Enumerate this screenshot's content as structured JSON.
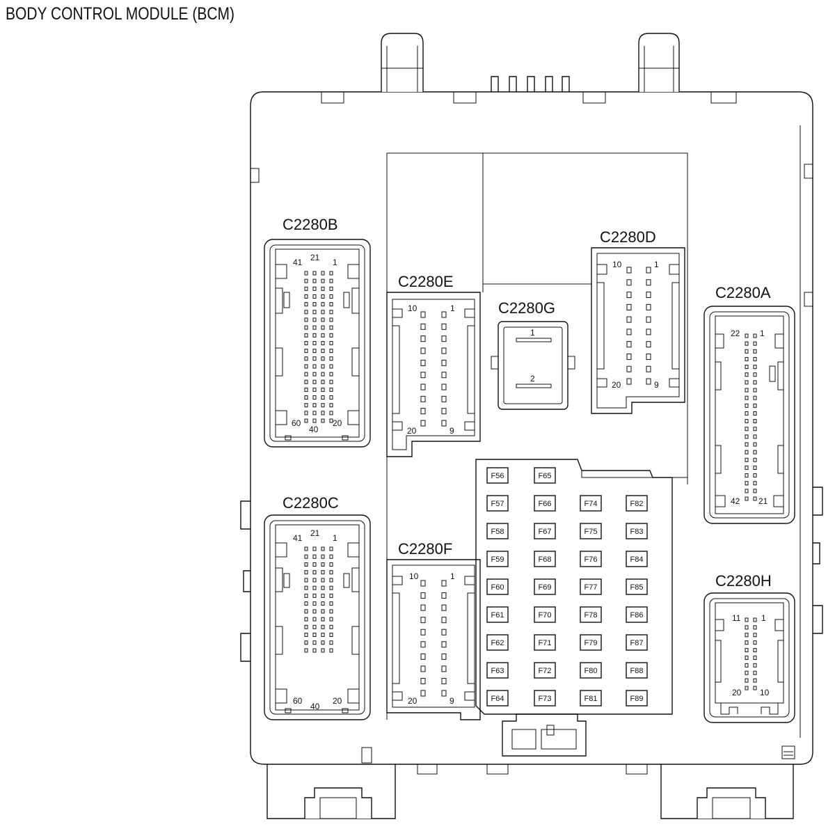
{
  "title": "BODY CONTROL MODULE (BCM)",
  "connectors": [
    {
      "id": "c2280b",
      "label": "C2280B",
      "pins": {
        "p41": "41",
        "p21": "21",
        "p1": "1",
        "p60": "60",
        "p40": "40",
        "p20": "20"
      }
    },
    {
      "id": "c2280c",
      "label": "C2280C",
      "pins": {
        "p41": "41",
        "p21": "21",
        "p1": "1",
        "p60": "60",
        "p40": "40",
        "p20": "20"
      }
    },
    {
      "id": "c2280e",
      "label": "C2280E",
      "pins": {
        "p10": "10",
        "p1": "1",
        "p20": "20",
        "p9": "9"
      }
    },
    {
      "id": "c2280f",
      "label": "C2280F",
      "pins": {
        "p10": "10",
        "p1": "1",
        "p20": "20",
        "p9": "9"
      }
    },
    {
      "id": "c2280g",
      "label": "C2280G",
      "pins": {
        "p1": "1",
        "p2": "2"
      }
    },
    {
      "id": "c2280d",
      "label": "C2280D",
      "pins": {
        "p10": "10",
        "p1": "1",
        "p20": "20",
        "p9": "9"
      }
    },
    {
      "id": "c2280a",
      "label": "C2280A",
      "pins": {
        "p22": "22",
        "p1": "1",
        "p42": "42",
        "p21": "21"
      }
    },
    {
      "id": "c2280h",
      "label": "C2280H",
      "pins": {
        "p11": "11",
        "p1": "1",
        "p20": "20",
        "p10": "10"
      }
    }
  ],
  "fuses": {
    "col1": [
      "F56",
      "F57",
      "F58",
      "F59",
      "F60",
      "F61",
      "F62",
      "F63",
      "F64"
    ],
    "col2": [
      "F65",
      "F66",
      "F67",
      "F68",
      "F69",
      "F70",
      "F71",
      "F72",
      "F73"
    ],
    "col3": [
      "F74",
      "F75",
      "F76",
      "F77",
      "F78",
      "F79",
      "F80",
      "F81"
    ],
    "col4": [
      "F82",
      "F83",
      "F84",
      "F85",
      "F86",
      "F87",
      "F88",
      "F89"
    ]
  }
}
